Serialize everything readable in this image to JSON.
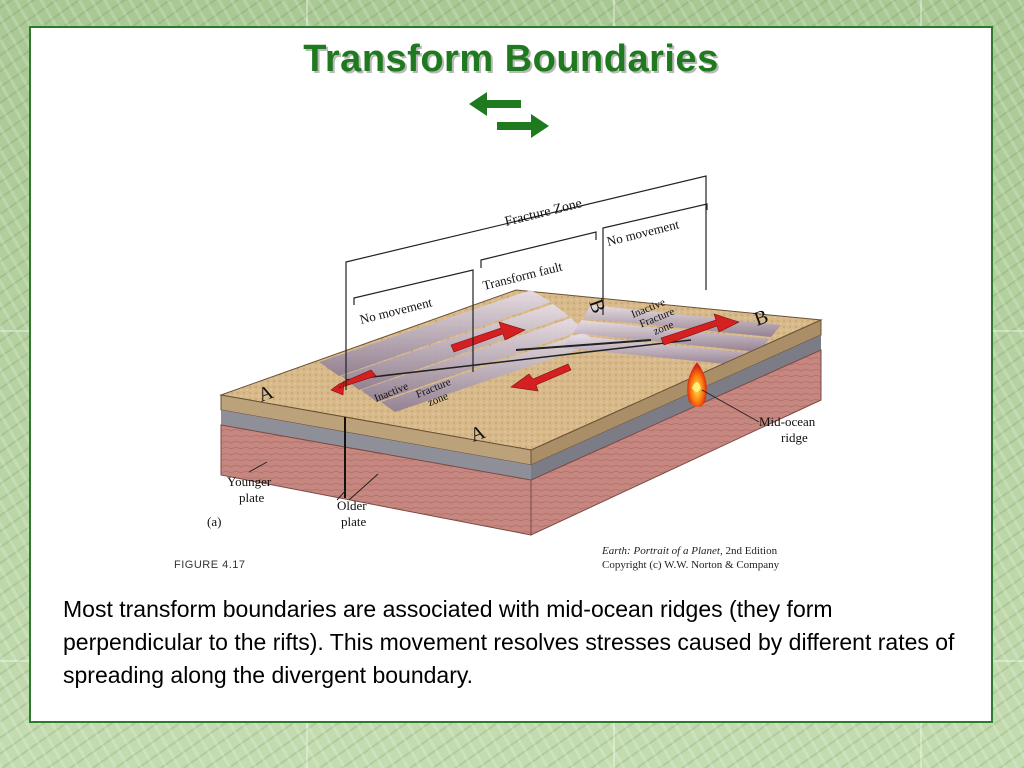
{
  "slide": {
    "title": "Transform Boundaries",
    "body_text": "Most transform boundaries are associated with mid-ocean ridges (they form perpendicular to the rifts). This movement resolves stresses caused by different rates of spreading along the divergent boundary."
  },
  "figure": {
    "labels": {
      "fracture_zone": "Fracture Zone",
      "no_movement_left": "No movement",
      "transform_fault": "Transform fault",
      "no_movement_right": "No movement",
      "inactive_fracture_zone_right": [
        "Inactive",
        "Fracture",
        "zone"
      ],
      "inactive_fracture_zone_left": [
        "Inactive",
        "Fracture",
        "zone"
      ],
      "plate_a_left": "A",
      "plate_a_right": "A",
      "plate_b_top": "B",
      "plate_b_right": "B",
      "mid_ocean_ridge": [
        "Mid-ocean",
        "ridge"
      ],
      "younger_plate": [
        "Younger",
        "plate"
      ],
      "older_plate": [
        "Older",
        "plate"
      ],
      "panel": "(a)"
    },
    "figure_number": "FIGURE 4.17",
    "credit": {
      "book_title": "Earth: Portrait of a Planet,",
      "edition": "2nd Edition",
      "copyright": "Copyright (c) W.W. Norton & Company"
    }
  },
  "colors": {
    "title_green": "#1f7a1f",
    "border_green": "#2d7a2d",
    "arrow_red": "#d42020",
    "sediment_tan": "#d9b98c",
    "mantle_pink": "#c98a84"
  }
}
